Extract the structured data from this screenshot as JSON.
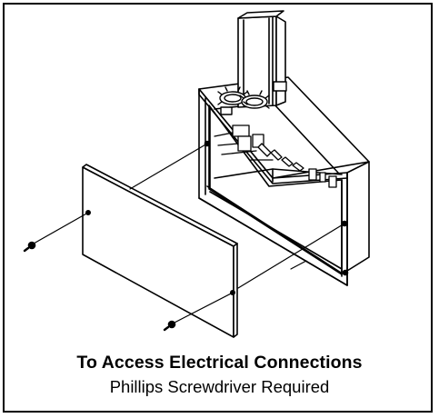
{
  "caption": {
    "title": "To Access Electrical Connections",
    "subtitle": "Phillips Screwdriver Required"
  },
  "colors": {
    "line": "#000000",
    "background": "#ffffff"
  },
  "parts": {
    "cabinet": "cabinet-housing",
    "panel": "access-panel",
    "screws": [
      "screw",
      "screw"
    ]
  }
}
